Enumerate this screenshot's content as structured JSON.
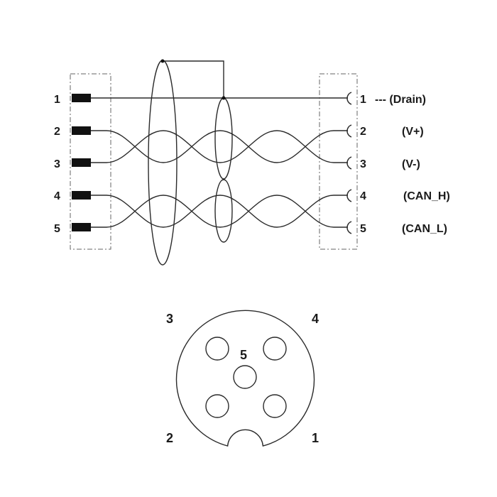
{
  "wiring": {
    "left_pins": [
      "1",
      "2",
      "3",
      "4",
      "5"
    ],
    "right_pins": [
      {
        "num": "1",
        "signal": "--- (Drain)"
      },
      {
        "num": "2",
        "signal": "(V+)"
      },
      {
        "num": "3",
        "signal": "(V-)"
      },
      {
        "num": "4",
        "signal": "(CAN_H)"
      },
      {
        "num": "5",
        "signal": "(CAN_L)"
      }
    ]
  },
  "connector": {
    "labels": {
      "top_left": "3",
      "top_right": "4",
      "center": "5",
      "bottom_left": "2",
      "bottom_right": "1"
    }
  }
}
